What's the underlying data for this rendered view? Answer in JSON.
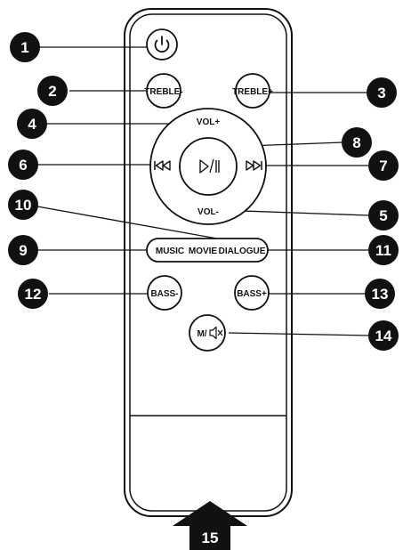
{
  "remote": {
    "buttons": {
      "treble_minus": "TREBLE-",
      "treble_plus": "TREBLE+",
      "vol_plus": "VOL+",
      "vol_minus": "VOL-",
      "sound_modes": [
        "MUSIC",
        "MOVIE",
        "DIALOGUE"
      ],
      "bass_minus": "BASS-",
      "bass_plus": "BASS+",
      "mute_prefix": "M/"
    },
    "icons": {
      "power": "power-icon",
      "previous": "skip-previous-icon",
      "play_pause": "play-pause-icon",
      "next": "skip-next-icon",
      "mute": "speaker-mute-icon",
      "ir_direction": "arrow-up-icon"
    }
  },
  "callouts": [
    "1",
    "2",
    "3",
    "4",
    "5",
    "6",
    "7",
    "8",
    "9",
    "10",
    "11",
    "12",
    "13",
    "14",
    "15"
  ],
  "colors": {
    "ink": "#111111",
    "background": "#ffffff"
  }
}
